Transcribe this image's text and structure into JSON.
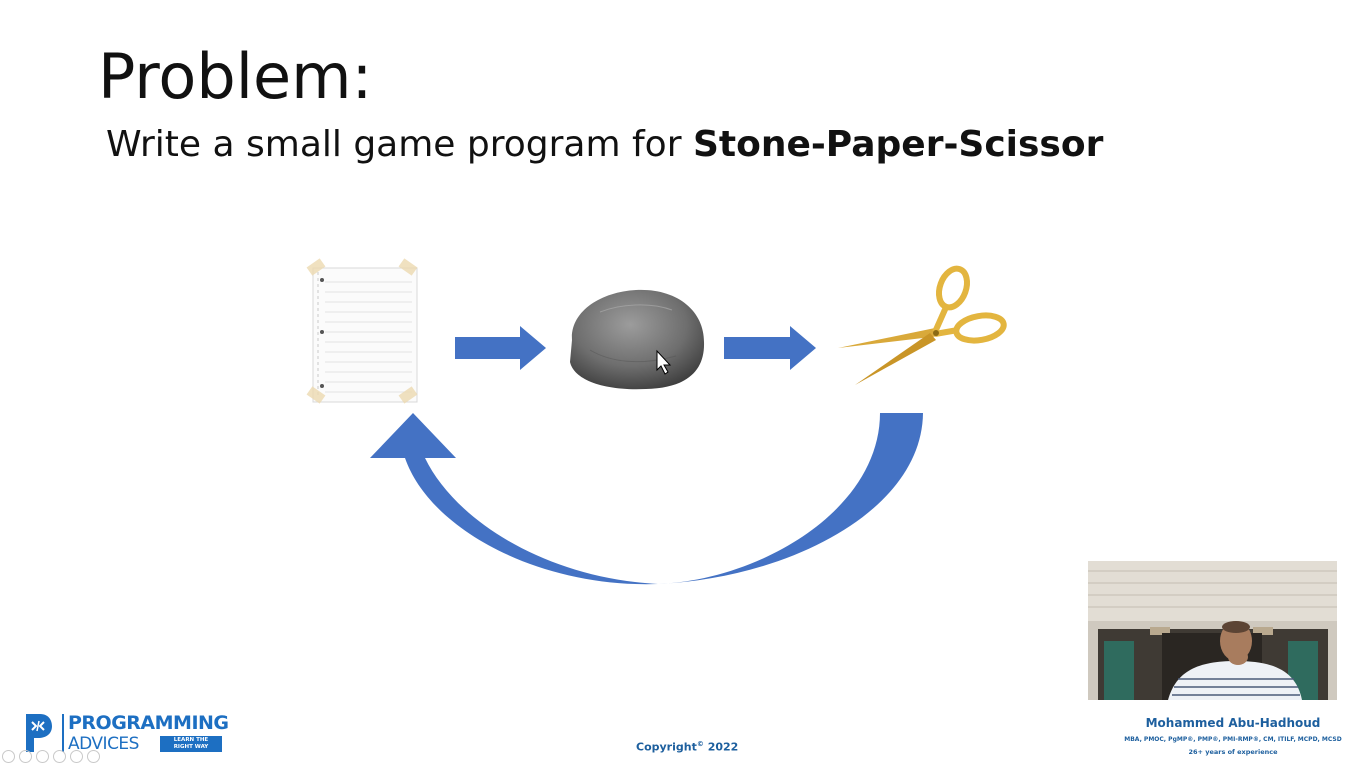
{
  "slide": {
    "title": "Problem:",
    "subtitle_prefix": "Write a small game program for ",
    "subtitle_bold": "Stone-Paper-Scissor"
  },
  "diagram": {
    "items": [
      "paper",
      "stone",
      "scissor"
    ],
    "arrow_color": "#4472c4"
  },
  "presenter": {
    "name": "Mohammed Abu-Hadhoud",
    "credentials": "MBA, PMOC, PgMP®, PMP®, PMI-RMP®, CM, ITILF, MCPD, MCSD",
    "experience": "26+ years of experience"
  },
  "footer": {
    "copyright_text": "Copyright",
    "copyright_symbol": "©",
    "copyright_year": "2022"
  },
  "logo": {
    "line1": "PROGRAMMING",
    "line2": "ADVICES",
    "tag_line1": "LEARN THE",
    "tag_line2": "RIGHT WAY",
    "brand_color": "#1d6fc2"
  },
  "player": {
    "controls": [
      "previous-icon",
      "next-icon",
      "pen-icon",
      "highlighter-icon",
      "search-icon",
      "more-icon"
    ]
  }
}
